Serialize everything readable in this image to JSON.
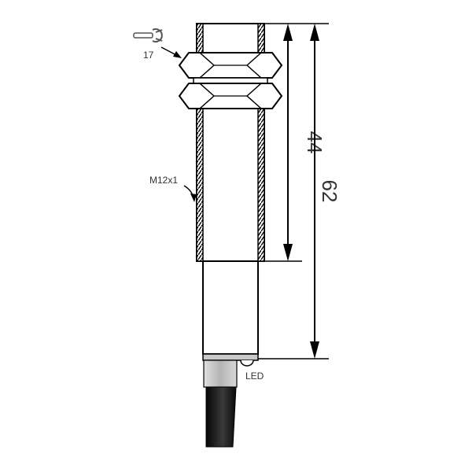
{
  "labels": {
    "wrench_size": "17",
    "thread": "M12x1",
    "led": "LED"
  },
  "dimensions": {
    "thread_length": "44",
    "total_length": "62"
  },
  "icons": {
    "wrench": "wrench-icon"
  },
  "colors": {
    "stroke": "#000000",
    "body_fill": "#ffffff",
    "thread_fill": "#b0b0b0",
    "collar_fill": "#c8c8c8",
    "cable_fill": "#1e1e1e",
    "text": "#333333"
  }
}
